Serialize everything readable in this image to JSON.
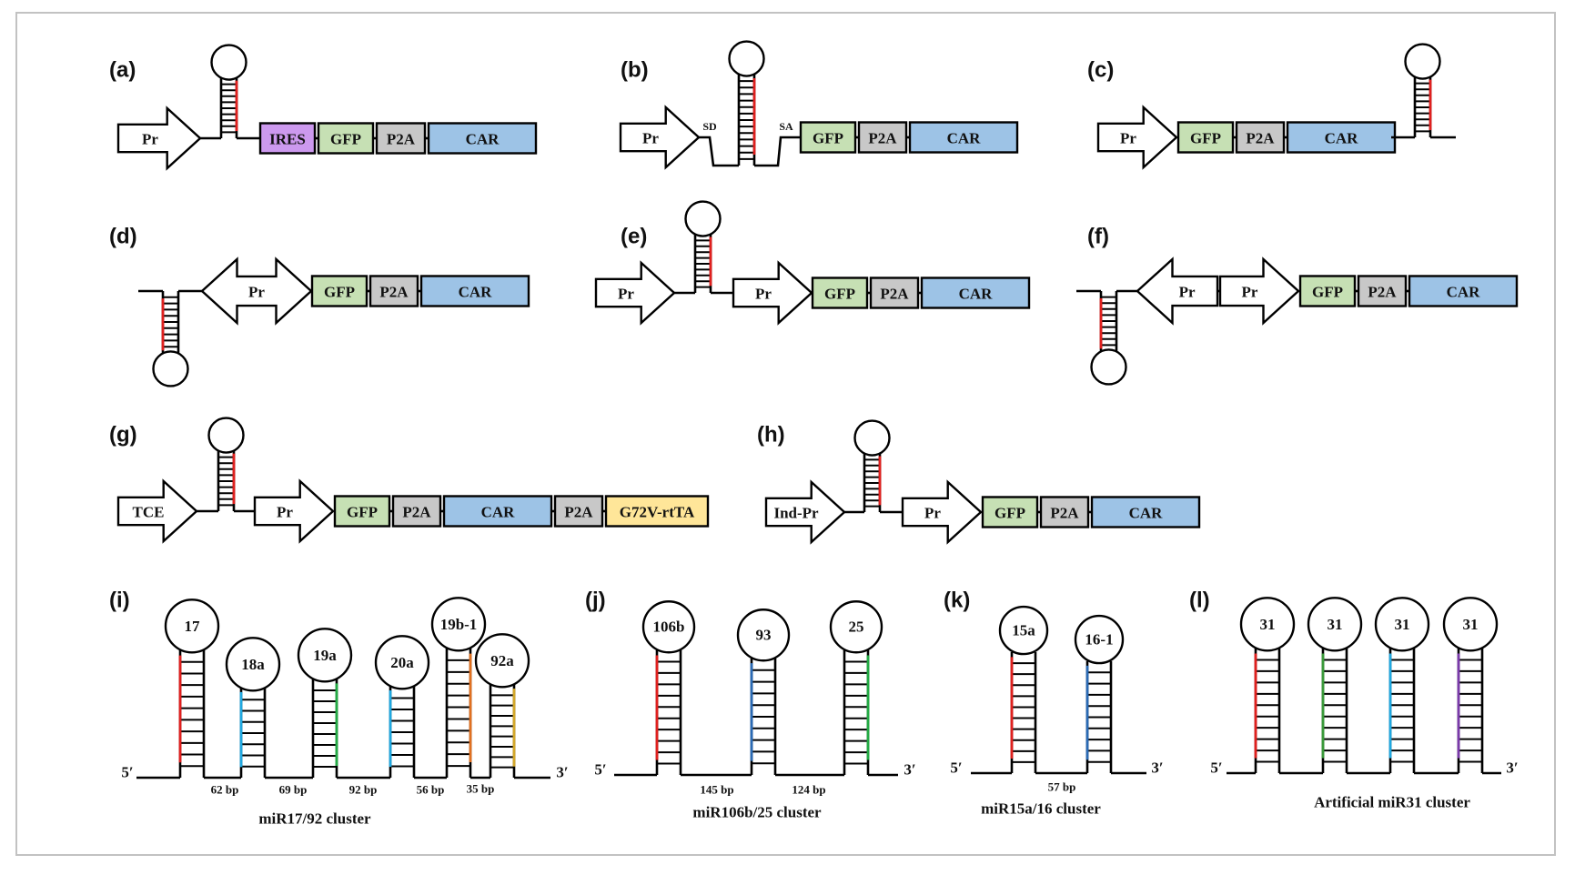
{
  "figure": {
    "colors": {
      "IRES": "#cc99ee",
      "GFP": "#c6e0b4",
      "P2A": "#c8c8c8",
      "CAR": "#9dc3e6",
      "G72V-rtTA": "#ffe699",
      "promoter": "#ffffff",
      "mirna_red": "#e0201e",
      "mirna_sky": "#1fa8e0",
      "mirna_green": "#22aa44",
      "mirna_orange": "#e07020",
      "mirna_gold": "#d4a82a",
      "mirna_blue": "#2a6ab4",
      "mirna_darkgreen": "#3a9a3a",
      "mirna_purple": "#7a3aaa"
    },
    "panels": [
      {
        "id": "a",
        "label": "(a)",
        "elements": [
          "Pr",
          "hairpin",
          "IRES",
          "GFP",
          "P2A",
          "CAR"
        ]
      },
      {
        "id": "b",
        "label": "(b)",
        "elements": [
          "Pr",
          "SD",
          "hairpin-intron",
          "SA",
          "GFP",
          "P2A",
          "CAR"
        ],
        "splice_donor": "SD",
        "splice_acceptor": "SA"
      },
      {
        "id": "c",
        "label": "(c)",
        "elements": [
          "Pr",
          "GFP",
          "P2A",
          "CAR",
          "hairpin"
        ]
      },
      {
        "id": "d",
        "label": "(d)",
        "elements": [
          "hairpin-inverted",
          "bidirectional-Pr",
          "GFP",
          "P2A",
          "CAR"
        ]
      },
      {
        "id": "e",
        "label": "(e)",
        "elements": [
          "Pr",
          "hairpin",
          "Pr",
          "GFP",
          "P2A",
          "CAR"
        ]
      },
      {
        "id": "f",
        "label": "(f)",
        "elements": [
          "hairpin-inverted",
          "Pr-reverse",
          "Pr",
          "GFP",
          "P2A",
          "CAR"
        ]
      },
      {
        "id": "g",
        "label": "(g)",
        "elements": [
          "TCE",
          "hairpin",
          "Pr",
          "GFP",
          "P2A",
          "CAR",
          "P2A",
          "G72V-rtTA"
        ]
      },
      {
        "id": "h",
        "label": "(h)",
        "elements": [
          "Ind-Pr",
          "hairpin",
          "Pr",
          "GFP",
          "P2A",
          "CAR"
        ]
      }
    ],
    "text": {
      "pr": "Pr",
      "tce": "TCE",
      "ind_pr": "Ind-Pr",
      "ires": "IRES",
      "gfp": "GFP",
      "p2a": "P2A",
      "car": "CAR",
      "rtta": "G72V-rtTA",
      "sd": "SD",
      "sa": "SA",
      "five_prime": "5′",
      "three_prime": "3′"
    },
    "clusters": [
      {
        "id": "i",
        "label": "(i)",
        "title": "miR17/92 cluster",
        "mirnas": [
          {
            "name": "17",
            "color": "#e0201e"
          },
          {
            "name": "18a",
            "color": "#1fa8e0"
          },
          {
            "name": "19a",
            "color": "#22aa44"
          },
          {
            "name": "20a",
            "color": "#1fa8e0"
          },
          {
            "name": "19b-1",
            "color": "#e07020"
          },
          {
            "name": "92a",
            "color": "#d4a82a"
          }
        ],
        "spacers": [
          "62 bp",
          "69 bp",
          "92 bp",
          "56 bp",
          "35 bp"
        ]
      },
      {
        "id": "j",
        "label": "(j)",
        "title": "miR106b/25 cluster",
        "mirnas": [
          {
            "name": "106b",
            "color": "#e0201e"
          },
          {
            "name": "93",
            "color": "#2a6ab4"
          },
          {
            "name": "25",
            "color": "#22aa44"
          }
        ],
        "spacers": [
          "145 bp",
          "124 bp"
        ]
      },
      {
        "id": "k",
        "label": "(k)",
        "title": "miR15a/16 cluster",
        "mirnas": [
          {
            "name": "15a",
            "color": "#e0201e"
          },
          {
            "name": "16-1",
            "color": "#2a6ab4"
          }
        ],
        "spacers": [
          "57 bp"
        ]
      },
      {
        "id": "l",
        "label": "(l)",
        "title": "Artificial miR31 cluster",
        "mirnas": [
          {
            "name": "31",
            "color": "#e0201e"
          },
          {
            "name": "31",
            "color": "#3a9a3a"
          },
          {
            "name": "31",
            "color": "#1fa8e0"
          },
          {
            "name": "31",
            "color": "#7a3aaa"
          }
        ],
        "spacers": []
      }
    ]
  }
}
